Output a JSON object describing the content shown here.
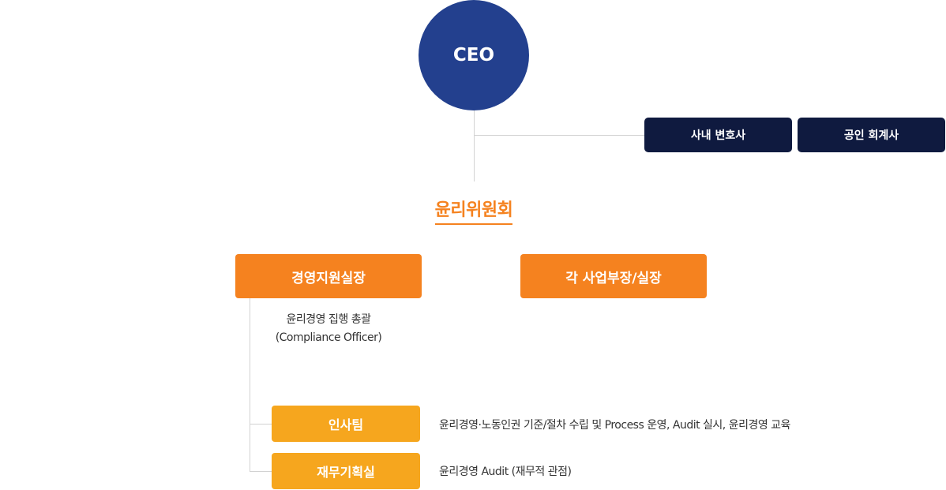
{
  "colors": {
    "ceo": "#23408e",
    "advisor": "#0f1a3f",
    "orange": "#f5821f",
    "yellow": "#f6a61e"
  },
  "ceo": {
    "label": "CEO"
  },
  "advisors": [
    {
      "label": "사내 변호사"
    },
    {
      "label": "공인 회계사"
    }
  ],
  "committee": {
    "label": "윤리위원회"
  },
  "divisions": [
    {
      "label": "경영지원실장"
    },
    {
      "label": "각 사업부장/실장"
    }
  ],
  "compliance_note": {
    "line1": "윤리경영 집행 총괄",
    "line2": "(Compliance Officer)"
  },
  "teams": [
    {
      "label": "인사팀",
      "description": "윤리경영·노동인권 기준/절차 수립 및 Process 운영, Audit 실시, 윤리경영 교육"
    },
    {
      "label": "재무기획실",
      "description": "윤리경영 Audit (재무적 관점)"
    }
  ]
}
